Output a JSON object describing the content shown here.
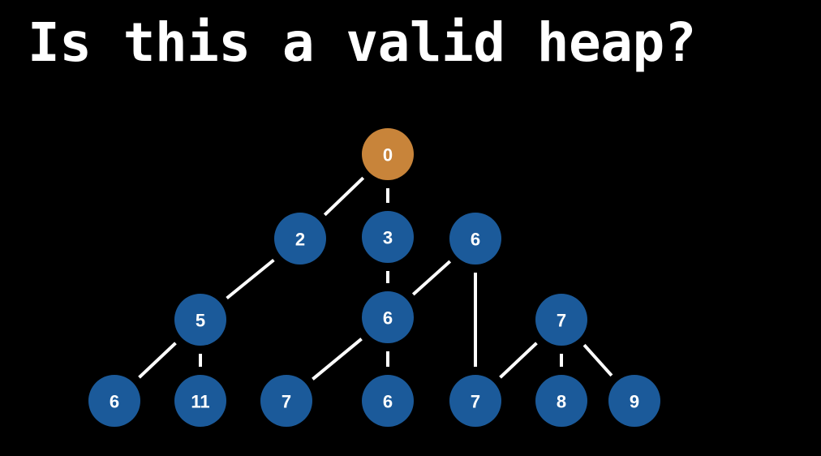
{
  "title": "Is this a valid heap?",
  "colors": {
    "background": "#000000",
    "node": "#1b5a9a",
    "root": "#c8843a",
    "edge": "#ffffff"
  },
  "nodes": [
    {
      "id": "n0",
      "value": "0",
      "kind": "root"
    },
    {
      "id": "n1",
      "value": "2",
      "kind": "node"
    },
    {
      "id": "n2",
      "value": "3",
      "kind": "node"
    },
    {
      "id": "n3",
      "value": "6",
      "kind": "node"
    },
    {
      "id": "n4",
      "value": "5",
      "kind": "node"
    },
    {
      "id": "n5",
      "value": "6",
      "kind": "node"
    },
    {
      "id": "n6",
      "value": "7",
      "kind": "node"
    },
    {
      "id": "n7",
      "value": "6",
      "kind": "node"
    },
    {
      "id": "n8",
      "value": "11",
      "kind": "node"
    },
    {
      "id": "n9",
      "value": "7",
      "kind": "node"
    },
    {
      "id": "n10",
      "value": "6",
      "kind": "node"
    },
    {
      "id": "n11",
      "value": "7",
      "kind": "node"
    },
    {
      "id": "n12",
      "value": "8",
      "kind": "node"
    },
    {
      "id": "n13",
      "value": "9",
      "kind": "node"
    }
  ],
  "edges": [
    [
      "n0",
      "n1"
    ],
    [
      "n0",
      "n2"
    ],
    [
      "n1",
      "n4"
    ],
    [
      "n2",
      "n5"
    ],
    [
      "n3",
      "n5"
    ],
    [
      "n3",
      "n11"
    ],
    [
      "n4",
      "n7"
    ],
    [
      "n4",
      "n8"
    ],
    [
      "n5",
      "n9"
    ],
    [
      "n5",
      "n10"
    ],
    [
      "n6",
      "n11"
    ],
    [
      "n6",
      "n12"
    ],
    [
      "n6",
      "n13"
    ]
  ]
}
